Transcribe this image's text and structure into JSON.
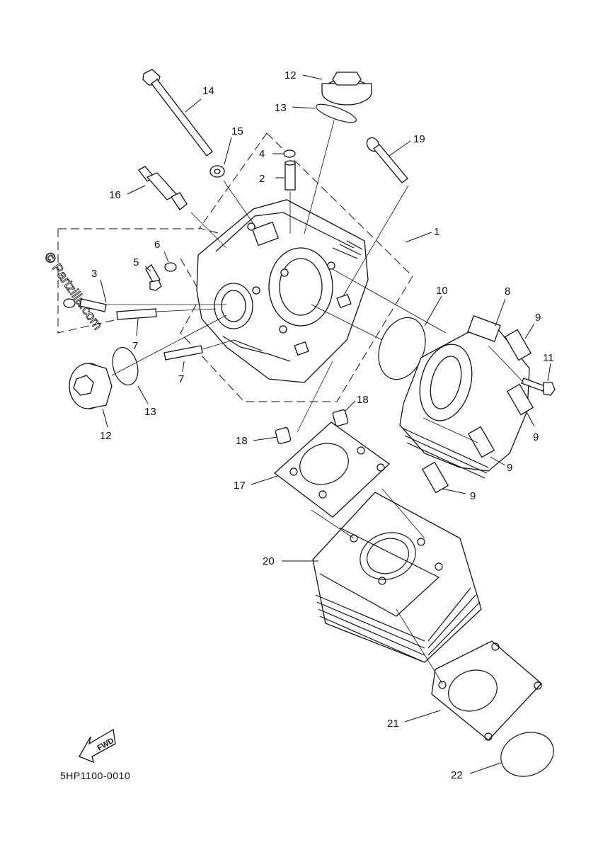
{
  "diagram": {
    "callouts": [
      {
        "id": "c1",
        "text": "1"
      },
      {
        "id": "c2",
        "text": "2"
      },
      {
        "id": "c3",
        "text": "3"
      },
      {
        "id": "c4",
        "text": "4"
      },
      {
        "id": "c5",
        "text": "5"
      },
      {
        "id": "c6",
        "text": "6"
      },
      {
        "id": "c7a",
        "text": "7"
      },
      {
        "id": "c7b",
        "text": "7"
      },
      {
        "id": "c8",
        "text": "8"
      },
      {
        "id": "c9a",
        "text": "9"
      },
      {
        "id": "c9b",
        "text": "9"
      },
      {
        "id": "c9c",
        "text": "9"
      },
      {
        "id": "c9d",
        "text": "9"
      },
      {
        "id": "c10",
        "text": "10"
      },
      {
        "id": "c11",
        "text": "11"
      },
      {
        "id": "c12a",
        "text": "12"
      },
      {
        "id": "c12b",
        "text": "12"
      },
      {
        "id": "c13a",
        "text": "13"
      },
      {
        "id": "c13b",
        "text": "13"
      },
      {
        "id": "c14",
        "text": "14"
      },
      {
        "id": "c15",
        "text": "15"
      },
      {
        "id": "c16",
        "text": "16"
      },
      {
        "id": "c17",
        "text": "17"
      },
      {
        "id": "c18a",
        "text": "18"
      },
      {
        "id": "c18b",
        "text": "18"
      },
      {
        "id": "c19",
        "text": "19"
      },
      {
        "id": "c20",
        "text": "20"
      },
      {
        "id": "c21",
        "text": "21"
      },
      {
        "id": "c22",
        "text": "22"
      }
    ],
    "watermark": "© Partzilla.com",
    "fwd_label": "FWD",
    "diagram_code": "5HP1100-0010"
  }
}
